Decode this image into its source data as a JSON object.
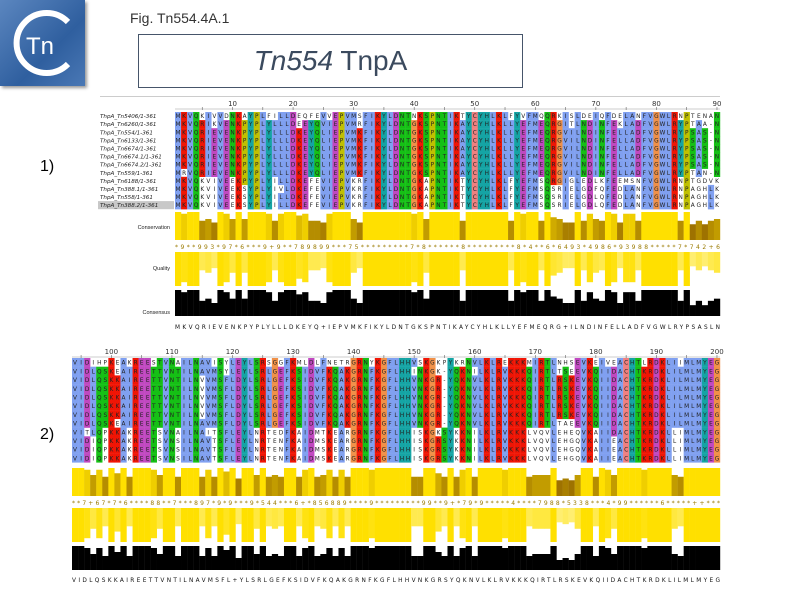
{
  "figure_label": "Fig. Tn554.4A.1",
  "title": {
    "italic": "Tn554",
    "rest": " TnpA"
  },
  "logo": {
    "text": "Tn"
  },
  "sections": [
    {
      "label": "1)",
      "ruler_start": 1,
      "names": [
        "ThpA_Tn5406/1-361",
        "ThpA_Tn6260/1-361",
        "ThpA_Tn554/1-361",
        "ThpA_Tn6133/1-361",
        "ThpA_Tn6674/1-361",
        "ThpA_Tn6674.1/1-361",
        "ThpA_Tn6674.2/1-361",
        "ThpA_Tn559/1-361",
        "ThpA_Tn6188/1-361",
        "ThpA_Tn388.1/1-361",
        "ThpA_Tn558/1-361",
        "ThpA_Tn388.2/1-361"
      ],
      "selected_row": 11,
      "sequences": [
        "MKVQKIVVDNKAYPLFILLDEQFEVVEPVMSFIKYLDNTNKSPNTIKTYCYHLKLFYVFMQQRKISLDEIQFDELANFVGWLRNPTENAN",
        "MKVQRIKVENKPYPLYLLLDEEYQVIEPVMRFIKYLDNTGKSPNTIKAYCYHLKLLYEFMEQRGITLNDINFEKLADFVGWLRYPTAA-N",
        "MKVQRIEVENKPYPLYLLLDKEYQLIEPVMKFIKYLDNTGKSPNTIKAYCYHLKLLYEFMEQRGVILNDINFELLADFVGWLRYPSAS-N",
        "MKVQRIEVENKPYPLYLLLDKEYQLIEPVMKFIKYLDNTGKSPNTIKAYCYHLKLLYEFMEQRGVILNDINFELLADFVGWLRYPSAS-N",
        "MKVQRIEVENKPYPLYLLLDKEYQLIEPVMKFIKYLDNTGKSPNTIKAYCYHLKLLYEFMEQRGVILNDINFELLADFVGWLRYPSAS-N",
        "MKVQRIEVENKPYPLYLLLDKEYQLIEPVMKFIKYLDNTGKSPNTIKAYCYHLKLLYEFMEQRGVILNDINFELLADFVGWLRYPSAS-N",
        "MKVQRIEVENKPYPLYLLLDKEYQLIEPVMKFIKYLDNTGKSPNTIKAYCYHLKLLYEFMEQRGVILNDINFELLADFVGWLRYPSAS-N",
        "MRVQRIEVENKPYPLYLLLDKEYQLIEPVMKFIKYLDNTGKSPNTIKAYCYHLKLLYEFMEQRGVILNDINFELLADFVGWLRYPTAN-N",
        "MKVQKVIVEEKPYPLYILLDKEFEVIEPVKRFIKYLDNTGKAPNTIKTYCYHLKLFYEFMSQRGIGLEDLKFEEMSNFVGWLRNPTGDVK",
        "MKVQKVIVEEKSYPLYIVLDKEFEVIEPVKRFIKYLDNTGKAPNTIKTYCYHLKLFYEFMSQSRIELGDFQFEDLANFVGWLRNPAGHLK",
        "MKVQKVIVEEKSYPLYILLDKEFEVIEPVKRFIKYLDNTGKAPNTIKTYCYHLKLFYEFMSQSRIELGDLQFEDLANFVGWLRNPAGHLK",
        "MKVQKVIVEEKSYPLYILLDKEFEVIEPVKRFIKYLDNTGKAPNTIKTYCYHLKLFYEFMSQSRIELGDLQFEDLANFVGWLRNPAGHLK"
      ],
      "track_labels": {
        "conservation": "Conservation",
        "quality": "Quality",
        "consensus": "Consensus"
      },
      "conservation_scores": "*9**993*97*6***9+9**789899***75*********7*8******8*********8*4**6*6493*4986*93988*****7*742+6",
      "consensus": "MKVQRIEVENKPYPLYLLLDKEYQ+IEPVMKFIKYLDNTGKSPNTIKAYCYHLKLLYEFMEQRG+ILNDINFELLADFVGWLRYPSASLN"
    },
    {
      "label": "2)",
      "ruler_start": 94,
      "names": [],
      "sequences": [
        "VIDIHPKEAKREESTVNAILNAVISYLEYLSRSGGFKMLDLFNETRGRNYKGFLHHVSKGKPYKRNVLKLREKKKMIRTLNHSEVKEIVEACHTLRDKLIIMLMYEG",
        "VIDLQSKEAIREETTVNTILNAVMSYLEYLSRLGEFKSIDVFKQAKGRNFKGFLHHINKGK-YQKNILKLRVKKKQIRTLTSEEVKQIIDACHTKRDKLILMLMYEG",
        "VIDLQSKKAIREETTVNTILNVVMSFLDYLSRLGEFKSIDVFKQAKGRNFKGFLHHVNKGR-YQKNVLKLRVKKKQIRTLRSKEVKQIIDACHTKRDKLILMLMYEG",
        "VIDLQSKKAIREETTVNTILNVVMSFLDYLSRLGEFKSIDVFKQAKGRNFKGFLHHVNKGR-YQKNVLKLRVKKKQIRTLRSKEVKQIIDACHTKRDKLILMLMYEG",
        "VIDLQSKKAIREETTVNTILNVVMSFLDYLSRLGEFKSIDVFKQAKGRNFKGFLHHVNKGR-YQKNVLKLRVKKKQIRTLRSKEVKQIIDACHTKRDKLILMLMYEG",
        "VIDLQSKKAIREETTVNTILNVVMSFLDYLSRLGEFKSIDVFKQAKGRNFKGFLHHVNKGR-YQKNVLKLRVKKKQIRTLRSKEVKQIIDACHTKRDKLILMLMYEG",
        "VIDLQSKKAIREETTVNTILNVVMSFLDYLSRLGEFKSIDVFKQAKGRNFKGFLHHVNKGR-YQKNVLKLRVKKKQIRTLRSKEVKQIIDACHTKRDKLILMLMYEG",
        "VIDLQSKEAIREETTVNTILNAVMSFLDYLSRLGEFKSIDVFKQAKGRNFKGFLHHVNKGR-YQKNVLKLRVKKKQIRTLTAEEVKQIIDACHTKRDKLILMLMYEG",
        "VITLQPKKAKREETSVNAILNAITSFLEYLNRTEDFKAIDMTKEARGRNFKGFLHHISKGKSYKKNILKLRVKKKLVQVLEHEQVKAIIDACHTKRDKLLIMLMYEG",
        "VIDIQPKKAKREETSVNSILNAVTSFLEYLNRTENFKAIDMSKEARGRNFKGFLHHISKGRSYKKNILKLRVKKKLVQVLEHGQVKAIIEACHTKRDKLLIMLMYEG",
        "VIDIQPKKAKREETSVNSILNAVTSFLEYLNRTENFKAIDMSKEARGRNFKGFLHHISKGRSYKKNILKLRVKKKLVQVLEHGQVKAIIEACHTKRDKLLIMLMYEG",
        "VIDIQPKKAKREETSVNSILNAVTSFLEYLNRTENFKAIDMSKEARGRNFKGFLHHISKGRSYKKNILKLRVKKKLVQVLEHGQVKAIIEACHTKRDKLLIMLMYEG"
      ],
      "track_labels": {},
      "conservation_scores": "**7+67*7*6****88**7***897*9*9***9*544***6+*856889****9*********99**9+*79*9*****4****7988*5338***4*99******6*****++***",
      "consensus": "VIDLQSKKAIREETTVNTILNAVMSFL+YLSRLGEFKSIDVFKQAKGRNFKGFLHHVNKGRSYQKNVLKLRVKKKQIRTLRSKEVKQIIDACHTKRDKLILMLMYEG"
    }
  ],
  "residue_colors": {
    "hydrophobic": "#80a0f0",
    "positive": "#f01505",
    "negative": "#c048c0",
    "polar": "#15c015",
    "glycine": "#f09048",
    "proline": "#c0c000",
    "aromatic": "#15a4a4",
    "cysteine": "#f08080"
  },
  "track_colors": {
    "high": "#ffe000",
    "low": "#7a4a00",
    "consensus": "#000000"
  }
}
